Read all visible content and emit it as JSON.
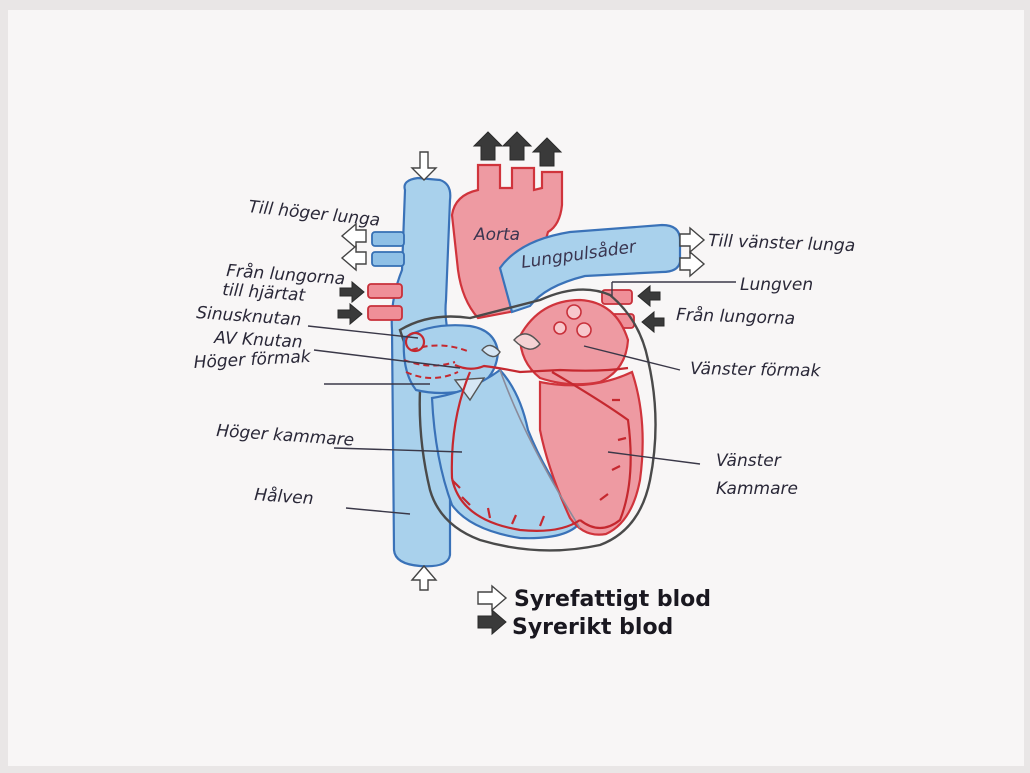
{
  "labels": {
    "till_hoger_lunga": "Till höger lunga",
    "fran_lungorna_till_hjartat_1": "Från lungorna",
    "fran_lungorna_till_hjartat_2": "till hjärtat",
    "sinusknutan": "Sinusknutan",
    "av_knutan": "AV Knutan",
    "hoger_formak": "Höger förmak",
    "hoger_kammare": "Höger kammare",
    "halven": "Hålven",
    "aorta": "Aorta",
    "lungpulsader": "Lungpulsåder",
    "till_vanster_lunga": "Till vänster lunga",
    "lungven": "Lungven",
    "fran_lungorna": "Från lungorna",
    "vanster_formak": "Vänster förmak",
    "vanster_kammare_1": "Vänster",
    "vanster_kammare_2": "Kammare"
  },
  "legend": {
    "deoxygenated": "Syrefattigt blod",
    "oxygenated": "Syrerikt blod",
    "deoxygenated_arrow_icon": "white-arrow-icon",
    "oxygenated_arrow_icon": "black-arrow-icon"
  },
  "colors": {
    "oxygen_poor": "#a9d1ec",
    "oxygen_rich": "#ee9aa2",
    "conduction": "#c5282f",
    "paper": "#f8f6f6"
  }
}
